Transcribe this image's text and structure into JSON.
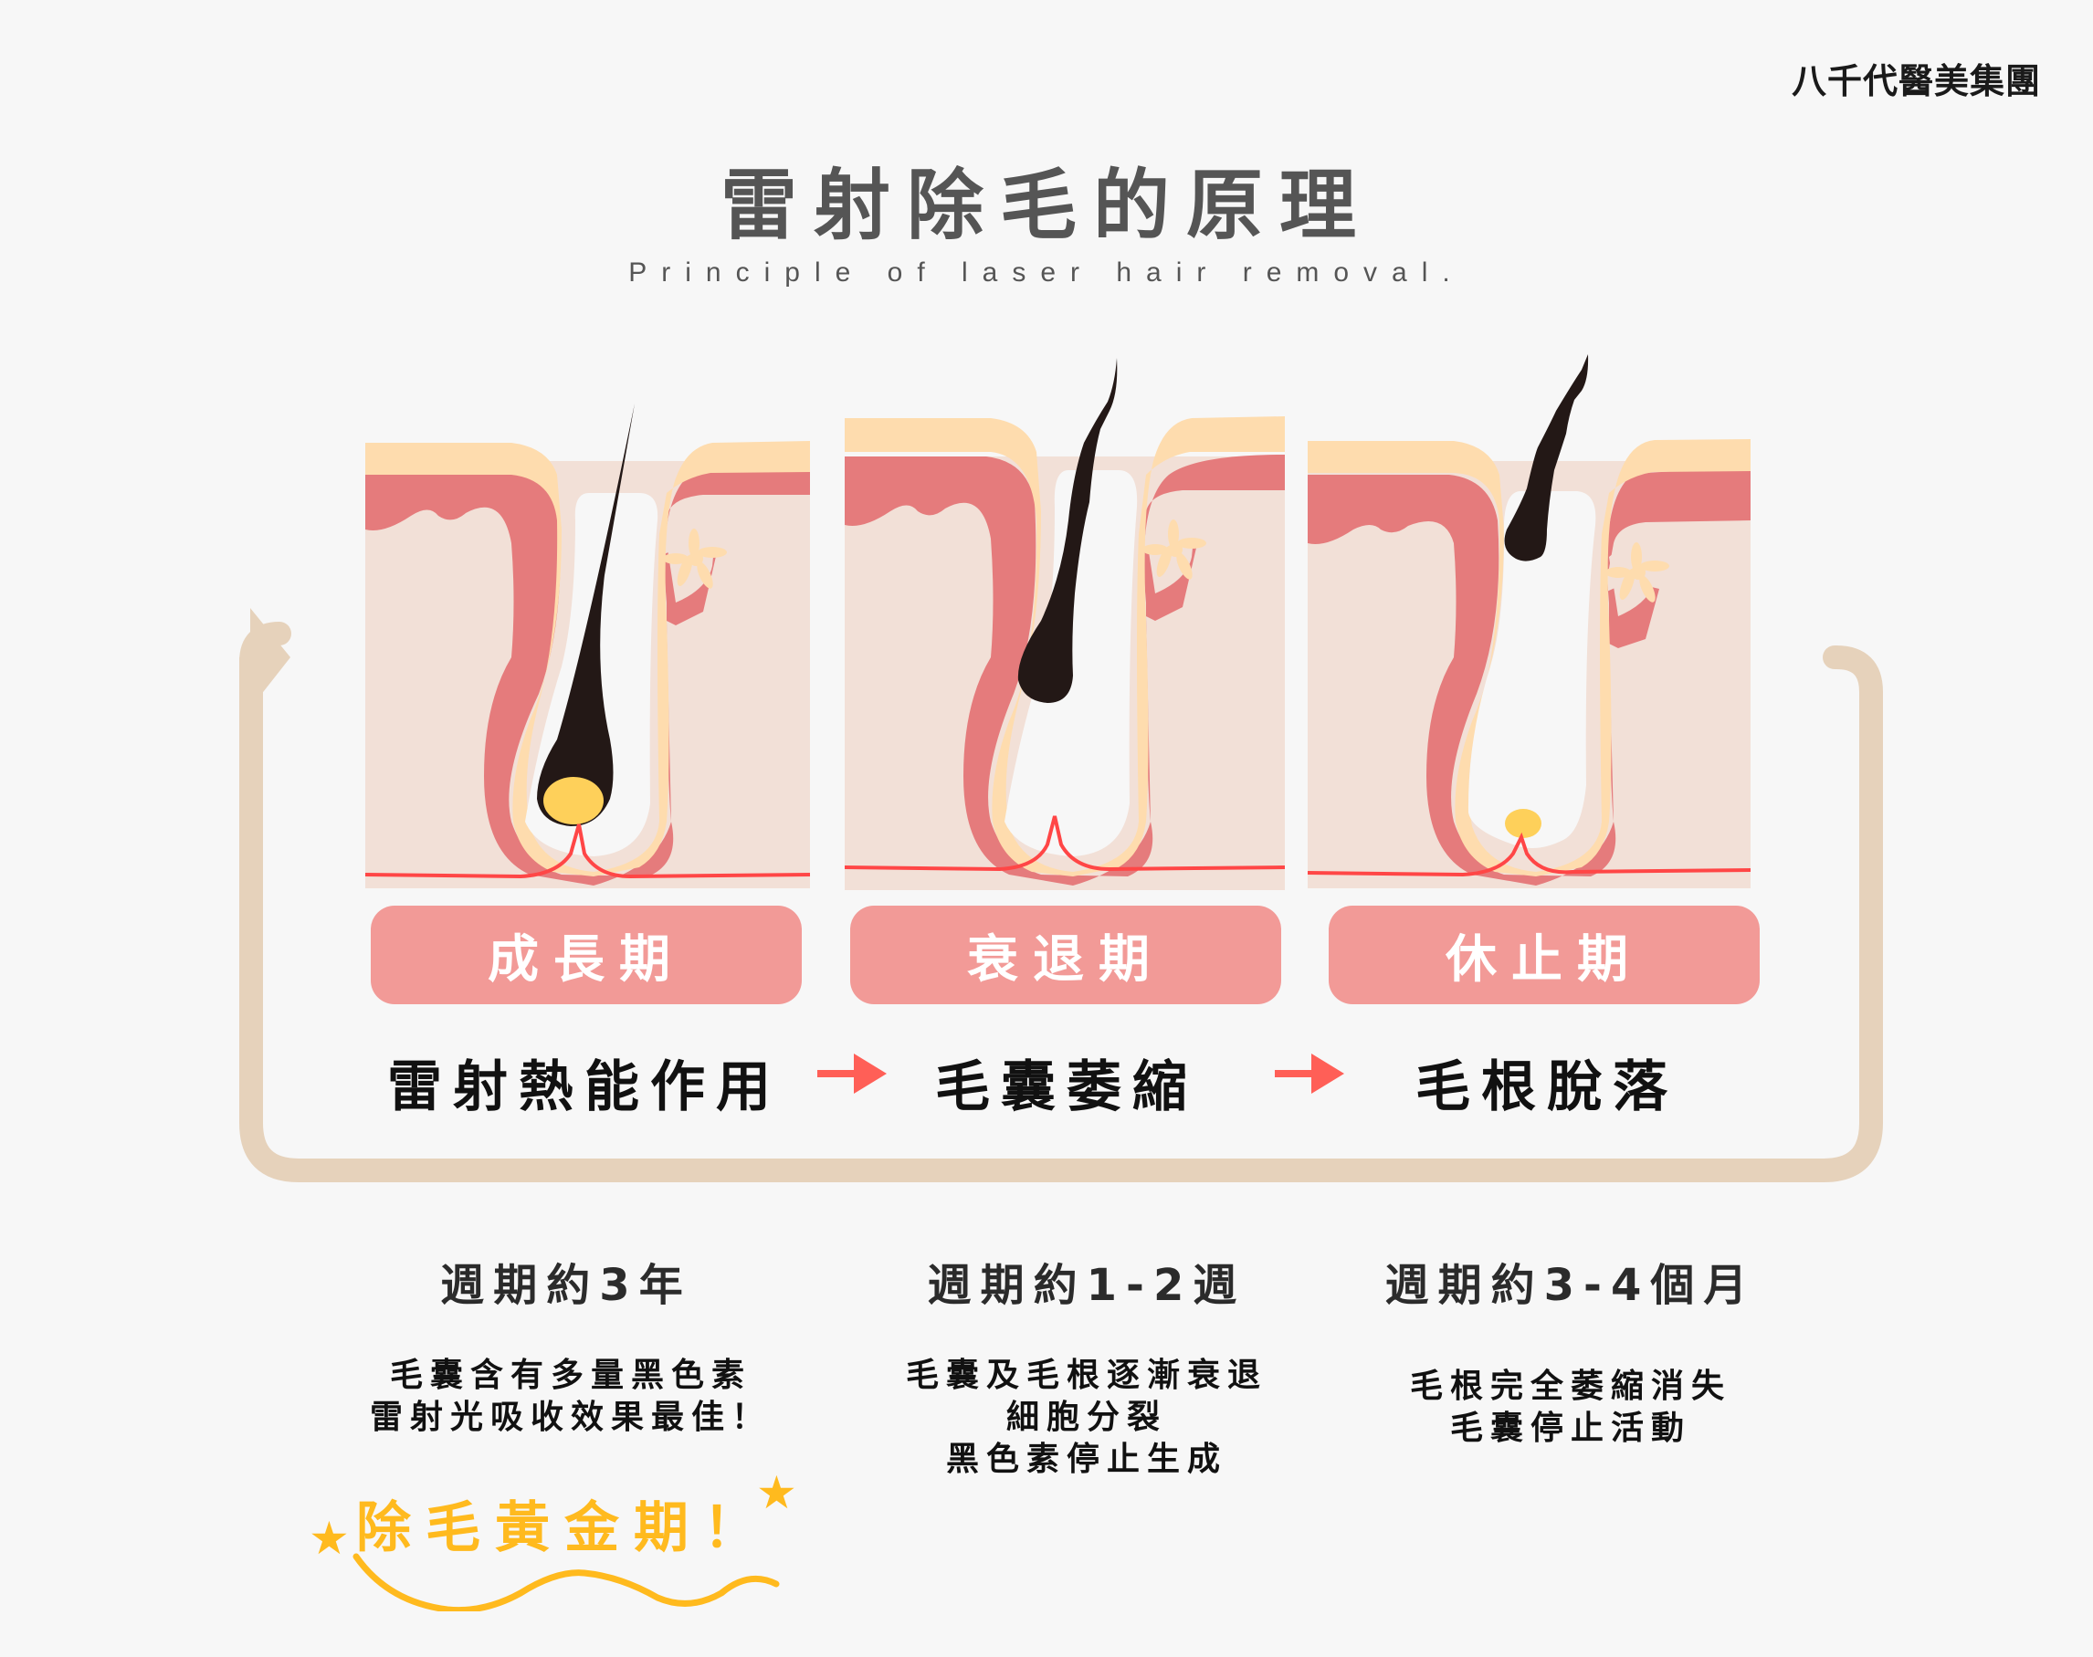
{
  "brand": {
    "name": "八千代醫美集團"
  },
  "header": {
    "title": "雷射除毛的原理",
    "subtitle": "Principle of laser hair removal."
  },
  "colors": {
    "background": "#f7f7f7",
    "stage_pill": "#f29a97",
    "flow_arrow": "#ff5f57",
    "loop_arrow": "#e6d2bb",
    "highlight": "#ffba1e",
    "skin_epidermis": "#fedcae",
    "skin_dermis": "#e57b7c",
    "skin_tissue": "#f2e0d7",
    "hair": "#231816",
    "bulb": "#fed05a",
    "blood_vessel": "#ff4646"
  },
  "stages": [
    {
      "id": "anagen",
      "label": "成長期",
      "effect": "雷射熱能作用",
      "cycle": "週期約3年",
      "description": [
        "毛囊含有多量黑色素",
        "雷射光吸收效果最佳！"
      ],
      "illustration": "hair-follicle-growth-with-bulb"
    },
    {
      "id": "catagen",
      "label": "衰退期",
      "effect": "毛囊萎縮",
      "cycle": "週期約1-2週",
      "description": [
        "毛囊及毛根逐漸衰退",
        "細胞分裂",
        "黑色素停止生成"
      ],
      "illustration": "hair-follicle-regressing"
    },
    {
      "id": "telogen",
      "label": "休止期",
      "effect": "毛根脫落",
      "cycle": "週期約3-4個月",
      "description": [
        "毛根完全萎縮消失",
        "毛囊停止活動"
      ],
      "illustration": "hair-follicle-resting-shedding"
    }
  ],
  "flow_arrows": [
    "arrow-right-icon",
    "arrow-right-icon"
  ],
  "loop": {
    "icon": "cycle-loop-arrow-icon"
  },
  "highlight": {
    "text": "除毛黃金期！",
    "decorations": [
      "star-icon",
      "star-icon",
      "wavy-underline"
    ]
  }
}
